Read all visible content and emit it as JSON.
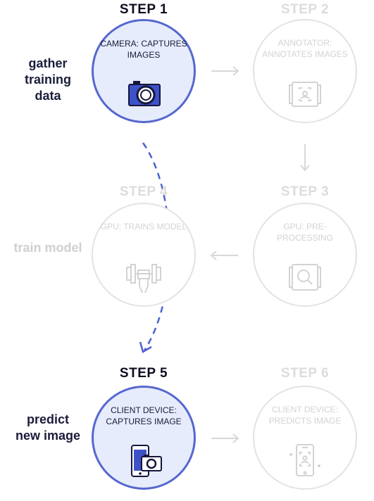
{
  "steps": [
    {
      "title": "STEP 1",
      "text": "CAMERA: CAPTURES IMAGES",
      "icon": "camera-icon",
      "state": "active"
    },
    {
      "title": "STEP 2",
      "text": "ANNOTATOR: ANNOTATES IMAGES",
      "icon": "annotate-icon",
      "state": "inactive"
    },
    {
      "title": "STEP 3",
      "text": "GPU: PRE-PROCESSING",
      "icon": "search-icon",
      "state": "inactive"
    },
    {
      "title": "STEP 4",
      "text": "GPU: TRAINS MODEL",
      "icon": "dumbbell-icon",
      "state": "inactive"
    },
    {
      "title": "STEP 5",
      "text": "CLIENT DEVICE: CAPTURES IMAGE",
      "icon": "phone-camera-icon",
      "state": "active"
    },
    {
      "title": "STEP 6",
      "text": "CLIENT DEVICE: PREDICTS IMAGE",
      "icon": "phone-scan-icon",
      "state": "inactive"
    }
  ],
  "phases": {
    "gather": "gather training data",
    "train": "train model",
    "predict": "predict new image"
  },
  "colors": {
    "accent": "#5667cf",
    "active_fill": "#e6ecfb",
    "inactive": "#d3d3d3"
  }
}
